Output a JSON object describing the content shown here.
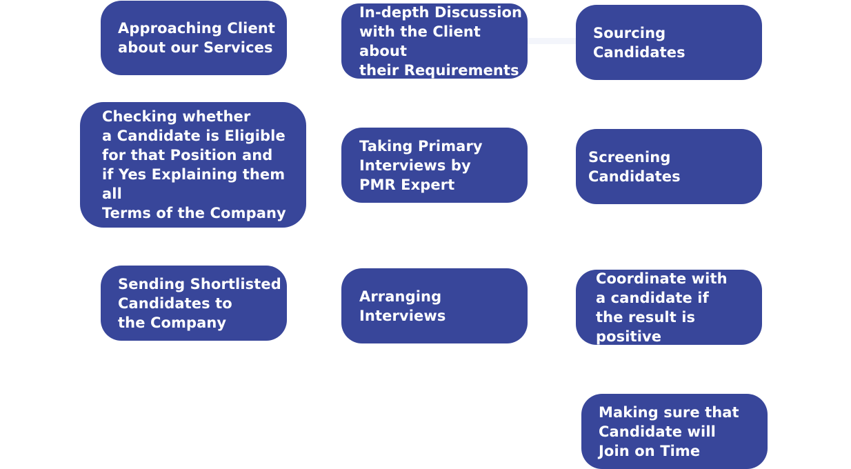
{
  "steps": [
    {
      "id": "approaching-client",
      "text": "Approaching Client\nabout our Services"
    },
    {
      "id": "in-depth-discussion",
      "text": "In-depth Discussion\nwith the Client about\ntheir Requirements"
    },
    {
      "id": "sourcing-candidates",
      "text": "Sourcing Candidates"
    },
    {
      "id": "checking-eligibility",
      "text": "Checking whether\na Candidate is Eligible\nfor that Position and\nif Yes Explaining them all\nTerms of the Company"
    },
    {
      "id": "primary-interviews",
      "text": "Taking Primary\nInterviews by\nPMR Expert"
    },
    {
      "id": "screening-candidates",
      "text": "Screening Candidates"
    },
    {
      "id": "sending-shortlisted",
      "text": "Sending Shortlisted\nCandidates to\nthe Company"
    },
    {
      "id": "arranging-interviews",
      "text": "Arranging Interviews"
    },
    {
      "id": "coordinate-candidate",
      "text": "Coordinate with\na candidate if\nthe result is positive"
    },
    {
      "id": "join-on-time",
      "text": "Making sure that\nCandidate will\nJoin on Time"
    }
  ]
}
